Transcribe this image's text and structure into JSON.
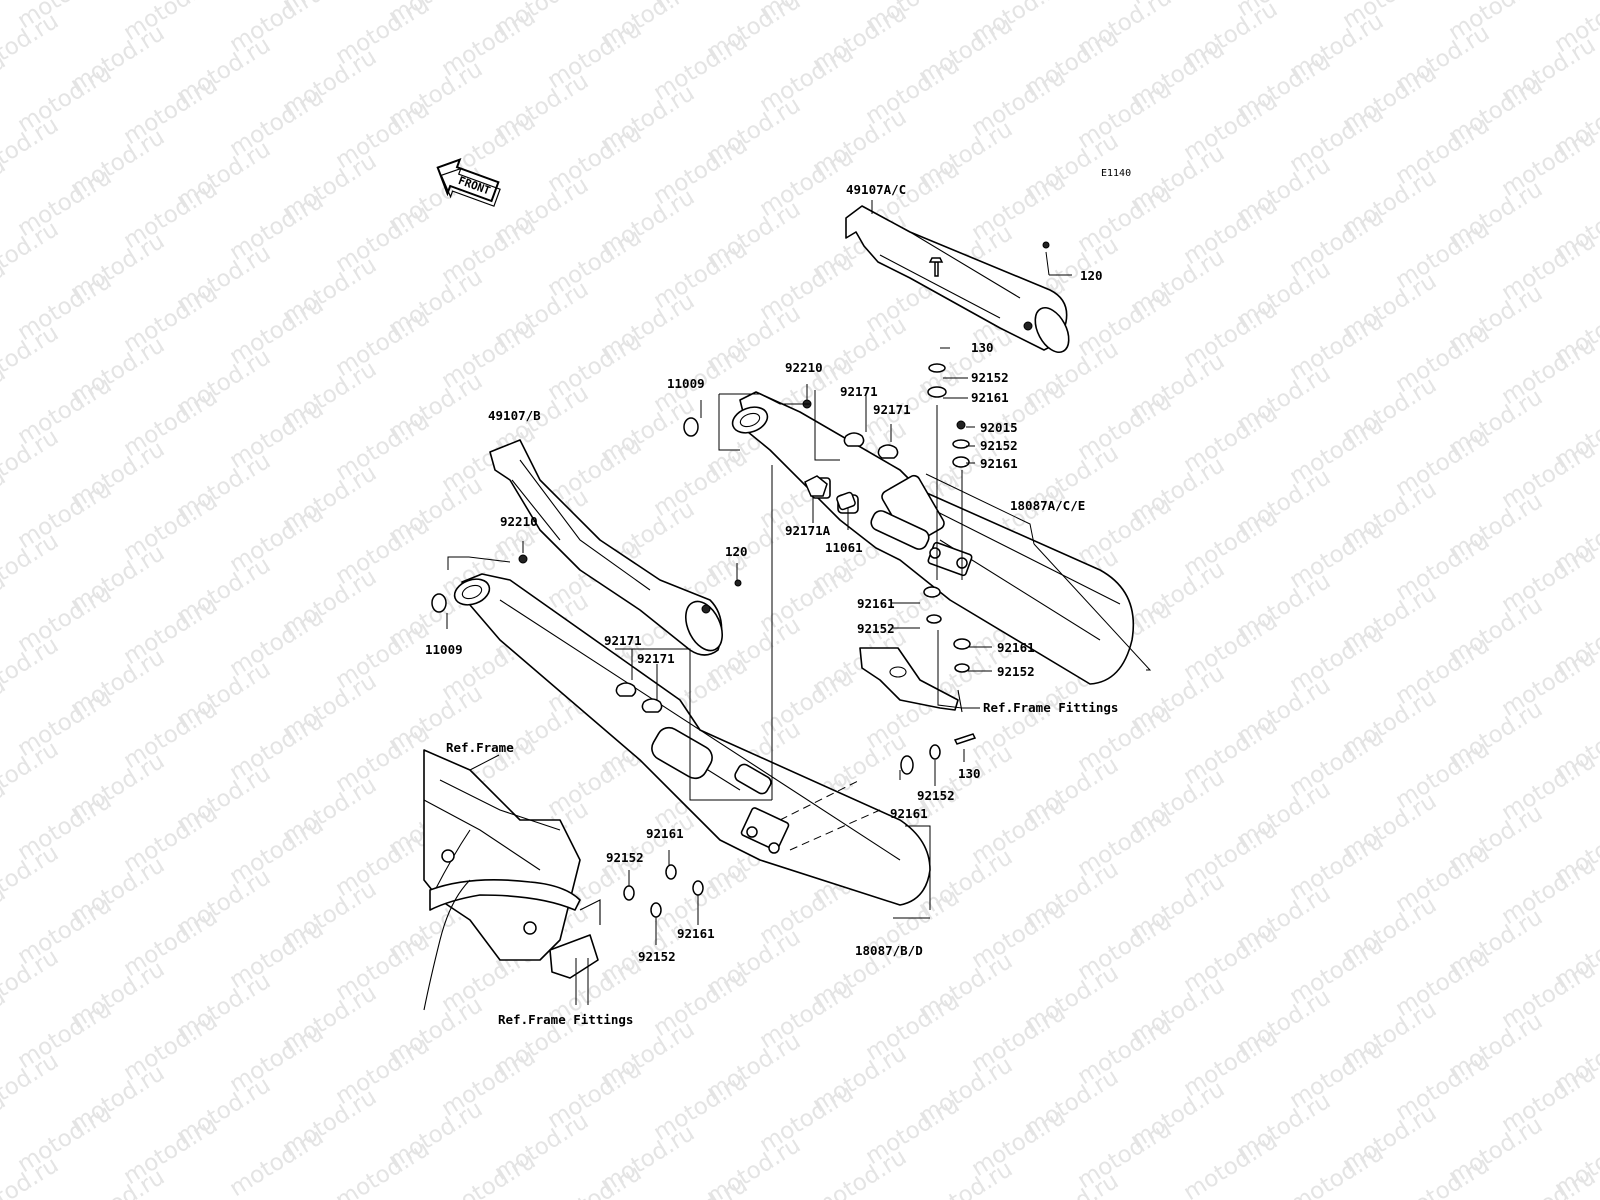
{
  "watermark": "motod.ru",
  "front_label": "FRONT",
  "diagram_id": "E1140",
  "labels": {
    "cover_ac": "49107A/C",
    "cover_b": "49107/B",
    "screw_120_top": "120",
    "screw_120_mid": "120",
    "bolt_130_top": "130",
    "bolt_130_low": "130",
    "washer_92152_a": "92152",
    "washer_92152_b": "92152",
    "washer_92152_c": "92152",
    "washer_92152_d": "92152",
    "washer_92152_e": "92152",
    "washer_92152_f": "92152",
    "washer_92152_g": "92152",
    "collar_92161_a": "92161",
    "collar_92161_b": "92161",
    "collar_92161_c": "92161",
    "collar_92161_d": "92161",
    "collar_92161_e": "92161",
    "collar_92161_f": "92161",
    "collar_92161_g": "92161",
    "nut_92015": "92015",
    "muffler_ace": "18087A/C/E",
    "muffler_bd": "18087/B/D",
    "gasket_11009_top": "11009",
    "gasket_11009_low": "11009",
    "cap_92210_top": "92210",
    "cap_92210_low": "92210",
    "clamp_92171_a": "92171",
    "clamp_92171_b": "92171",
    "clamp_92171_c": "92171",
    "clamp_92171_d": "92171",
    "clamp_92171A": "92171A",
    "gasket_11061": "11061",
    "ref_frame_fittings_right": "Ref.Frame Fittings",
    "ref_frame": "Ref.Frame",
    "ref_frame_fittings_bottom": "Ref.Frame Fittings"
  }
}
